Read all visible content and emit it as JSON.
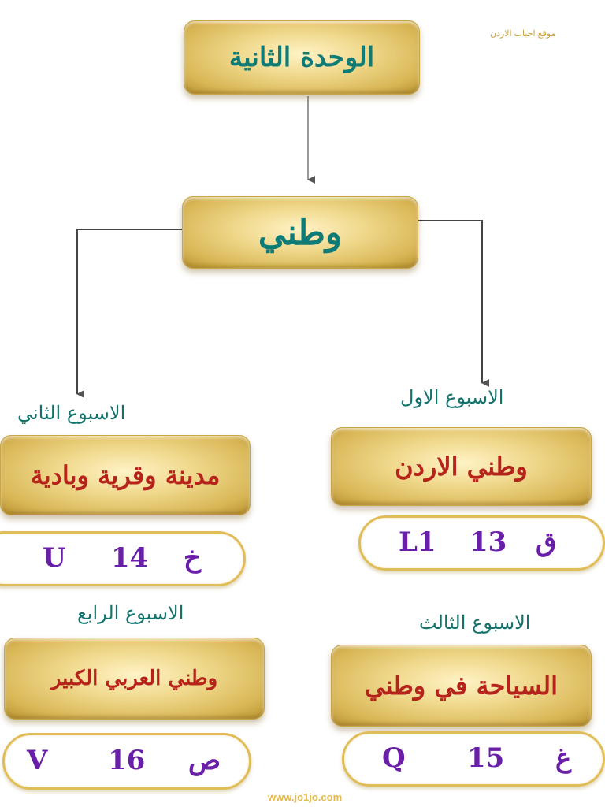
{
  "watermark": "موقع احباب الاردن",
  "footer": "www.jo1jo.com",
  "unit_title": "الوحدة الثانية",
  "theme_title": "وطني",
  "weeks": [
    {
      "heading": "الاسبوع الاول",
      "title": "وطني الاردن",
      "letter_ar": "ق",
      "page": "13",
      "letter_en": "L1"
    },
    {
      "heading": "الاسبوع الثاني",
      "title": "مدينة وقرية وبادية",
      "letter_ar": "خ",
      "page": "14",
      "letter_en": "U"
    },
    {
      "heading": "الاسبوع الثالث",
      "title": "السياحة في وطني",
      "letter_ar": "غ",
      "page": "15",
      "letter_en": "Q"
    },
    {
      "heading": "الاسبوع الرابع",
      "title": "وطني العربي الكبير",
      "letter_ar": "ص",
      "page": "16",
      "letter_en": "V"
    }
  ],
  "colors": {
    "gold": "#e6c96e",
    "teal": "#0e7b76",
    "red": "#b5231a",
    "purple": "#6a1fa8",
    "pill_border": "#e1bd5a"
  }
}
